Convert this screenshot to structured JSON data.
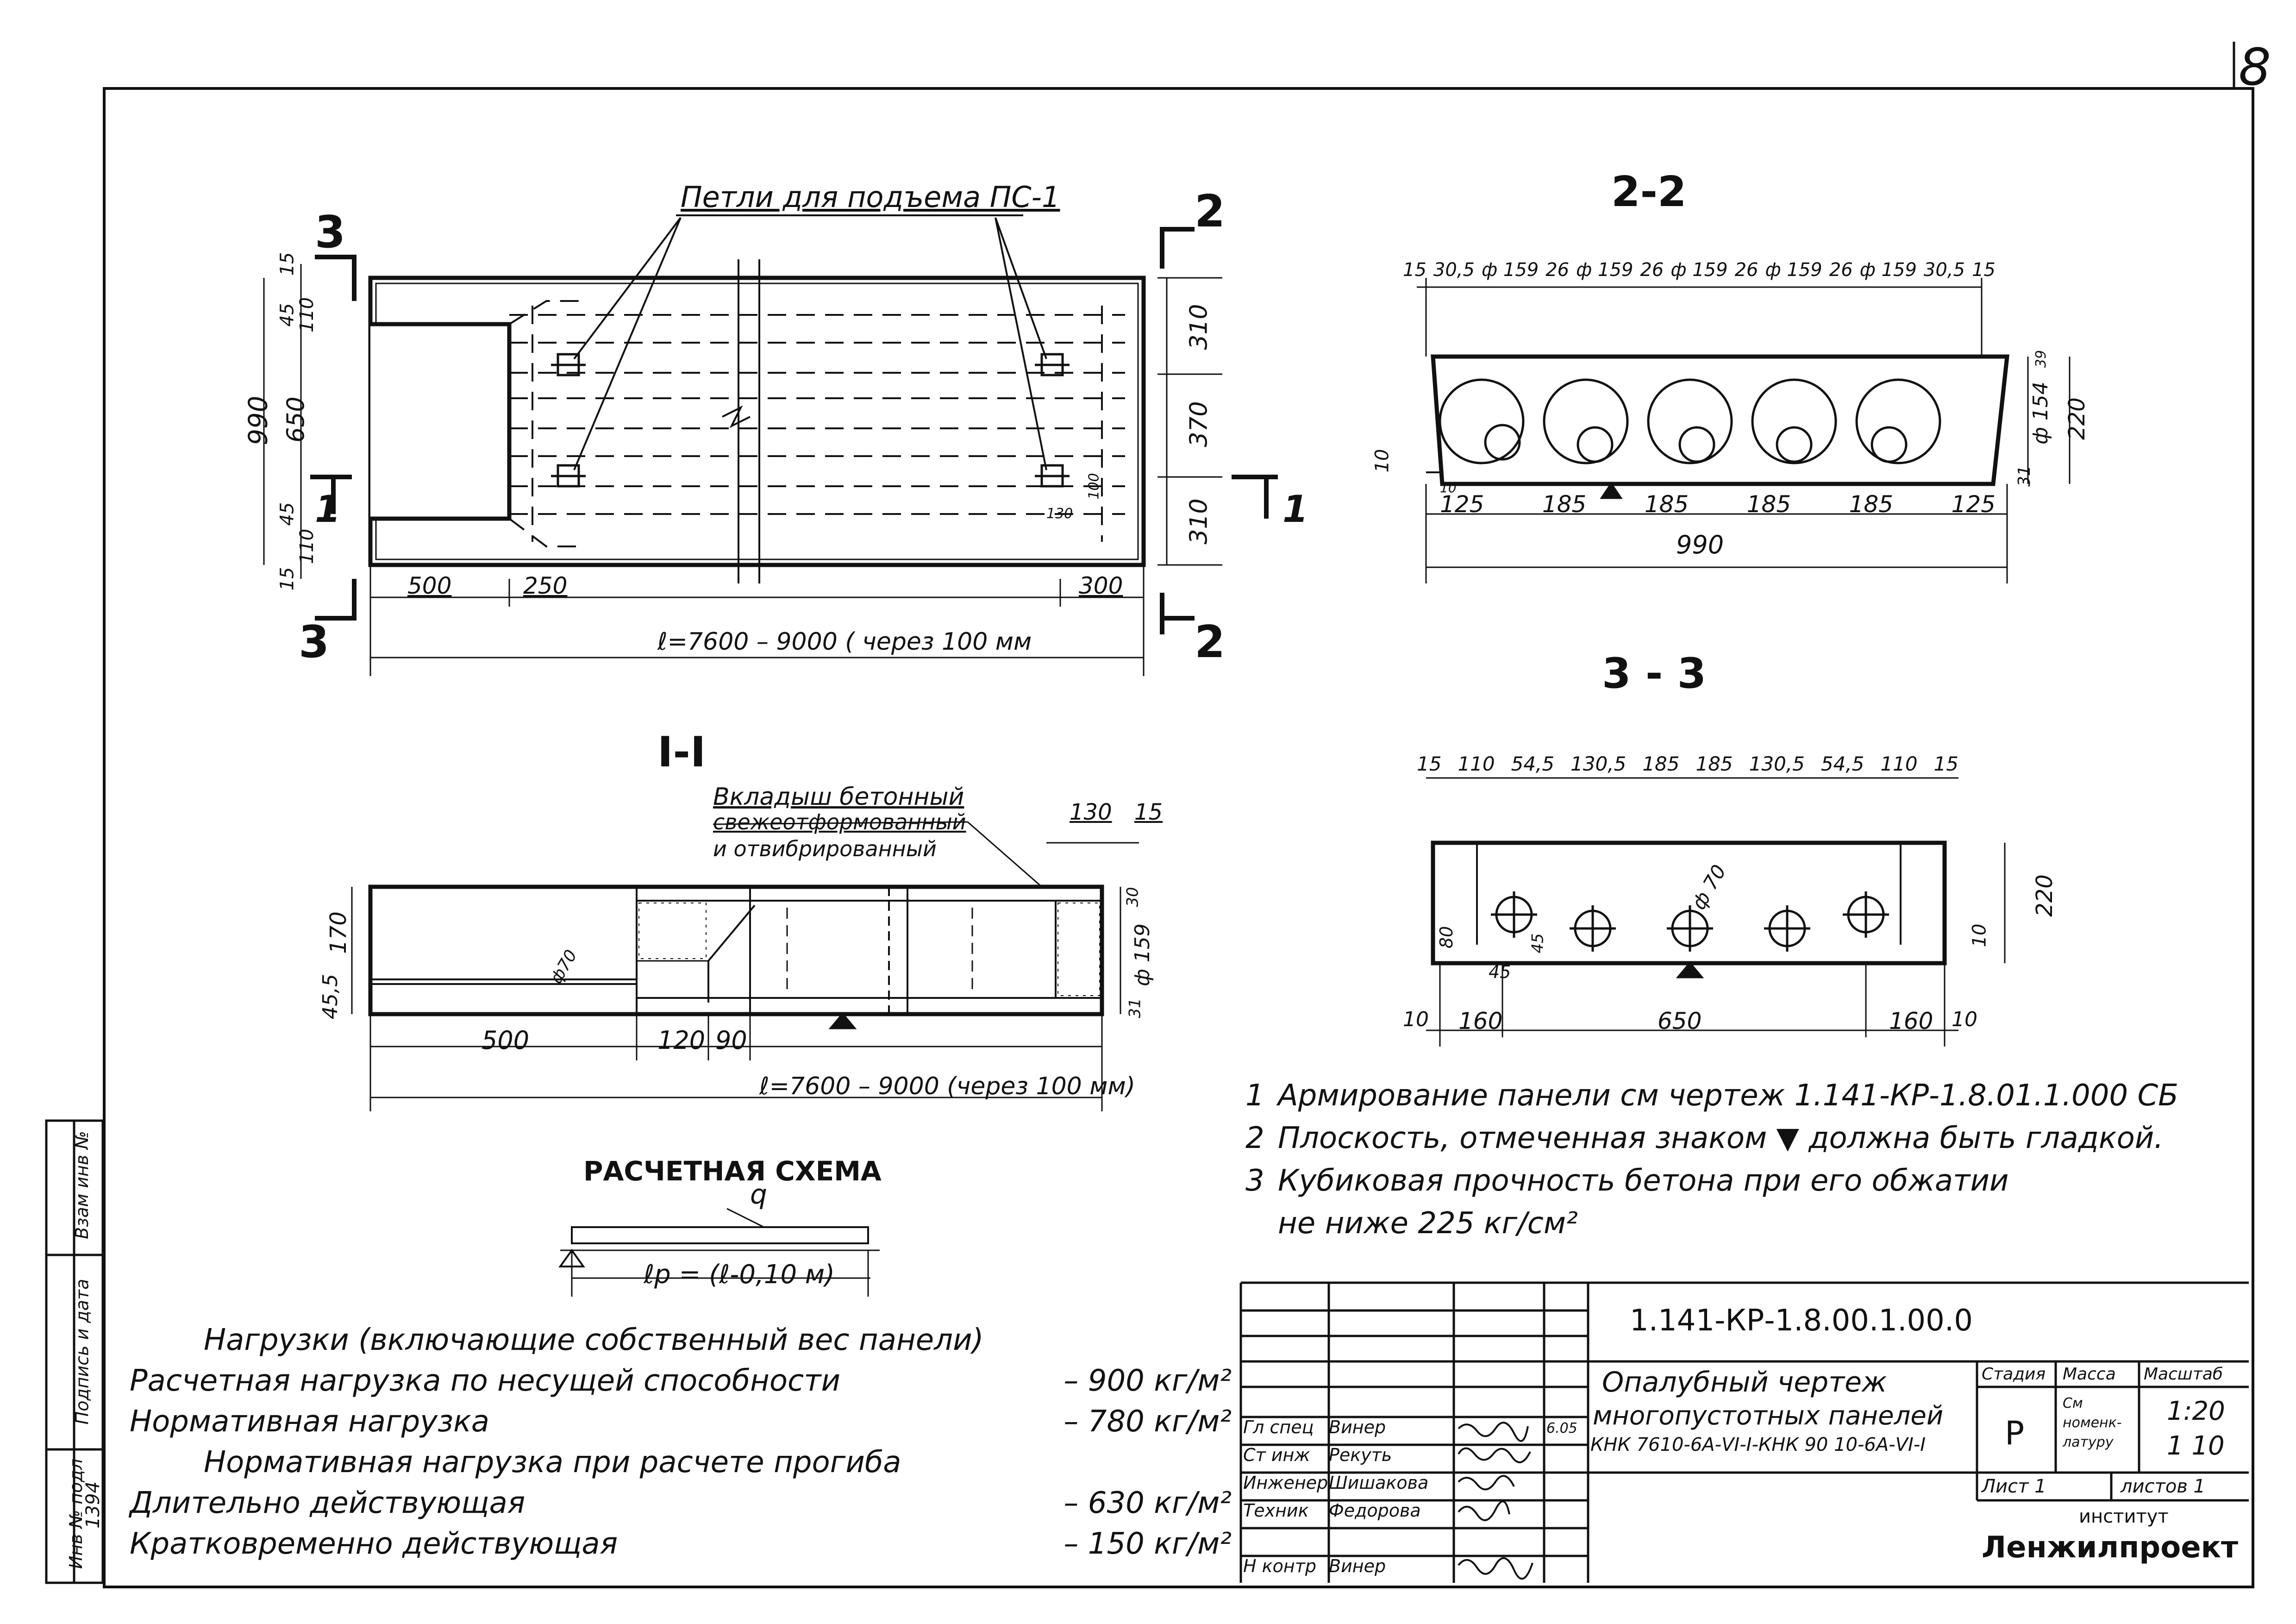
{
  "page_number": "8",
  "views": {
    "plan": {
      "title": "Петли для подъема ПС-1",
      "section_marks": [
        "3",
        "3",
        "2",
        "2",
        "1",
        "1"
      ],
      "dims_left": [
        "15",
        "45",
        "110",
        "650",
        "45",
        "110",
        "15",
        "990"
      ],
      "dims_right": [
        "310",
        "370",
        "310"
      ],
      "dims_bottom": [
        "500",
        "250",
        "300"
      ],
      "length": "ℓ=7600 – 9000 ( через 100 мм",
      "small_dims": [
        "130",
        "100"
      ]
    },
    "section_22": {
      "title": "2-2",
      "top_dims": [
        "15",
        "30,5",
        "ф 159",
        "26",
        "ф 159",
        "26",
        "ф 159",
        "26",
        "ф 159",
        "26",
        "ф 159",
        "30,5",
        "15"
      ],
      "bottom_dims": [
        "125",
        "185",
        "185",
        "185",
        "185",
        "125"
      ],
      "total": "990",
      "right_dims": [
        "39",
        "ф 154",
        "220",
        "31"
      ],
      "left_dims": [
        "10",
        "10"
      ]
    },
    "section_33": {
      "title": "3 - 3",
      "top_dims": [
        "15",
        "110",
        "54,5",
        "130,5",
        "185",
        "185",
        "130,5",
        "54,5",
        "110",
        "15"
      ],
      "bottom_dims": [
        "10",
        "160",
        "650",
        "160",
        "10"
      ],
      "right_dims": [
        "220",
        "10"
      ],
      "left_dims": [
        "80",
        "45",
        "45"
      ],
      "hole": "ф 70"
    },
    "section_11": {
      "title": "I-I",
      "insert_note": [
        "Вкладыш бетонный",
        "свежеотформованный",
        "и отвибрированный"
      ],
      "top_dims": [
        "130",
        "15"
      ],
      "left_dims": [
        "170",
        "45,5"
      ],
      "right_dims": [
        "30",
        "ф 159",
        "31"
      ],
      "hole": "ф70",
      "bottom_dims": [
        "500",
        "120",
        "90"
      ],
      "length": "ℓ=7600 – 9000 (через 100 мм)"
    },
    "scheme": {
      "title": "РАСЧЕТНАЯ  СХЕМА",
      "load": "q",
      "span": "ℓр = (ℓ-0,10 м)"
    }
  },
  "notes": [
    {
      "num": "1",
      "text": "Армирование панели см чертеж   1.141-КР-1.8.01.1.000 СБ"
    },
    {
      "num": "2",
      "text": "Плоскость, отмеченная  знаком  ▼  должна  быть  гладкой."
    },
    {
      "num": "3",
      "text": "Кубиковая  прочность  бетона  при  его  обжатии"
    },
    {
      "num": "",
      "text": "не ниже  225 кг/см²"
    }
  ],
  "loads": {
    "heading": "Нагрузки (включающие собственный вес панели)",
    "rows": [
      {
        "label": "Расчетная нагрузка по несущей способности",
        "value": "– 900 кг/м²"
      },
      {
        "label": "Нормативная нагрузка",
        "value": "– 780 кг/м²"
      }
    ],
    "subheading": "Нормативная нагрузка при расчете прогиба",
    "rows2": [
      {
        "label": "Длительно действующая",
        "value": "– 630 кг/м²"
      },
      {
        "label": "Кратковременно действующая",
        "value": "– 150 кг/м²"
      }
    ]
  },
  "side_stamp": {
    "labels": [
      "Взам инв №",
      "Подпись и дата",
      "Инв № подл"
    ],
    "inv": "1394"
  },
  "title_block": {
    "code": "1.141-КР-1.8.00.1.00.0",
    "description": [
      "Опалубный чертеж",
      "многопустотных панелей",
      "КНК 7610-6А-ⅤⅠ-Ⅰ-КНК 90 10-6А-ⅤⅠ-Ⅰ"
    ],
    "stage_header": "Стадия",
    "mass_header": "Масса",
    "scale_header": "Масштаб",
    "stage": "Р",
    "mass": "См номенк-латуру",
    "scales": [
      "1:20",
      "1 10"
    ],
    "sheet": "Лист 1",
    "sheets": "листов 1",
    "institute_label": "институт",
    "institute": "Ленжилпроект",
    "date": "6.05",
    "people": [
      {
        "role": "Гл спец",
        "name": "Винер"
      },
      {
        "role": "Ст инж",
        "name": "Рекуть"
      },
      {
        "role": "Инженер",
        "name": "Шишакова"
      },
      {
        "role": "Техник",
        "name": "Федорова"
      },
      {
        "role": "",
        "name": ""
      },
      {
        "role": "Н контр",
        "name": "Винер"
      }
    ]
  }
}
